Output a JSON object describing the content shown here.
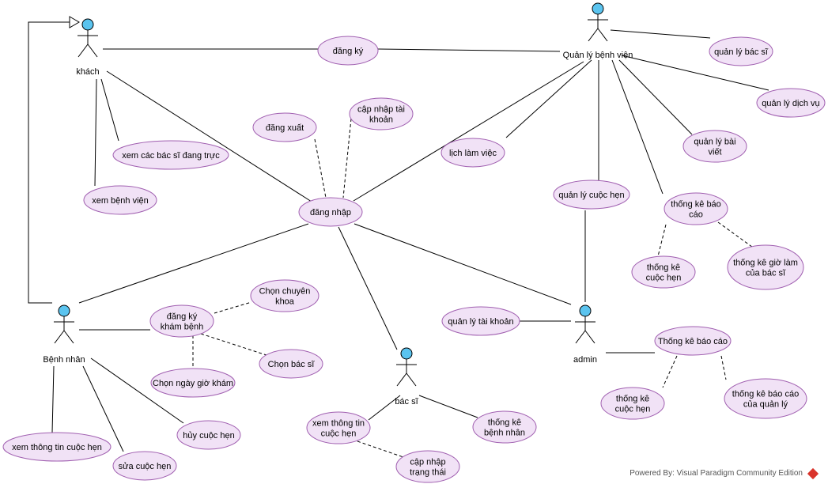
{
  "actors": {
    "khach": "khách",
    "quanly": "Quản lý bệnh viện",
    "benhnhan": "Bệnh nhân",
    "bacsi": "bác sĩ",
    "admin": "admin"
  },
  "usecases": {
    "dangky": [
      "đăng ký"
    ],
    "quanlybacsi": [
      "quản lý bác sĩ"
    ],
    "quanlydichvu": [
      "quản lý dịch vụ"
    ],
    "quanlybaiviet": [
      "quản lý bài",
      "viết"
    ],
    "capnhaptaikhoan": [
      "cập nhập tài",
      "khoản"
    ],
    "dangxuat": [
      "đăng xuất"
    ],
    "xemcacbacsi": [
      "xem các bác sĩ đang trực"
    ],
    "lichlamviec": [
      "lịch làm việc"
    ],
    "xembenhvien": [
      "xem bệnh viện"
    ],
    "dangnhap": [
      "đăng nhập"
    ],
    "quanlycuochen": [
      "quản lý cuộc hẹn"
    ],
    "thongkebaocao1": [
      "thống kê báo",
      "cáo"
    ],
    "thongkecuochen1": [
      "thống kê",
      "cuộc hẹn"
    ],
    "thongkegiolam": [
      "thống kê giờ làm",
      "của bác sĩ"
    ],
    "chonchuyenkhoa": [
      "Chọn chuyên",
      "khoa"
    ],
    "dangkykhambenh": [
      "đăng ký",
      "khám bệnh"
    ],
    "quanlytaikhoan": [
      "quản lý tài khoản"
    ],
    "chonbacsi": [
      "Chọn bác sĩ"
    ],
    "chonngaygio": [
      "Chọn ngày giờ khám"
    ],
    "thongkebaocao2": [
      "Thống kê báo cáo"
    ],
    "thongkecuochen2": [
      "thống kê",
      "cuộc hẹn"
    ],
    "thongkebaocaoquanly": [
      "thống kê báo cáo",
      "của quản lý"
    ],
    "huycuochen": [
      "hủy cuộc hẹn"
    ],
    "xemthongtincuochen1": [
      "xem thông tin",
      "cuộc hẹn"
    ],
    "thongkebenhnhan": [
      "thống kê",
      "bệnh nhân"
    ],
    "xemthongtincuochen2": [
      "xem thông tin cuộc hẹn"
    ],
    "suacuochen": [
      "sửa cuộc hẹn"
    ],
    "capnhaptrangthai": [
      "cập nhập",
      "trạng thái"
    ]
  },
  "watermark": {
    "text": "Powered By: Visual Paradigm Community Edition",
    "logo_color": "#d9342b"
  },
  "colors": {
    "usecase_fill": "#f1e2f6",
    "usecase_border": "#a05fb0",
    "actor_head": "#5bc4ef"
  }
}
